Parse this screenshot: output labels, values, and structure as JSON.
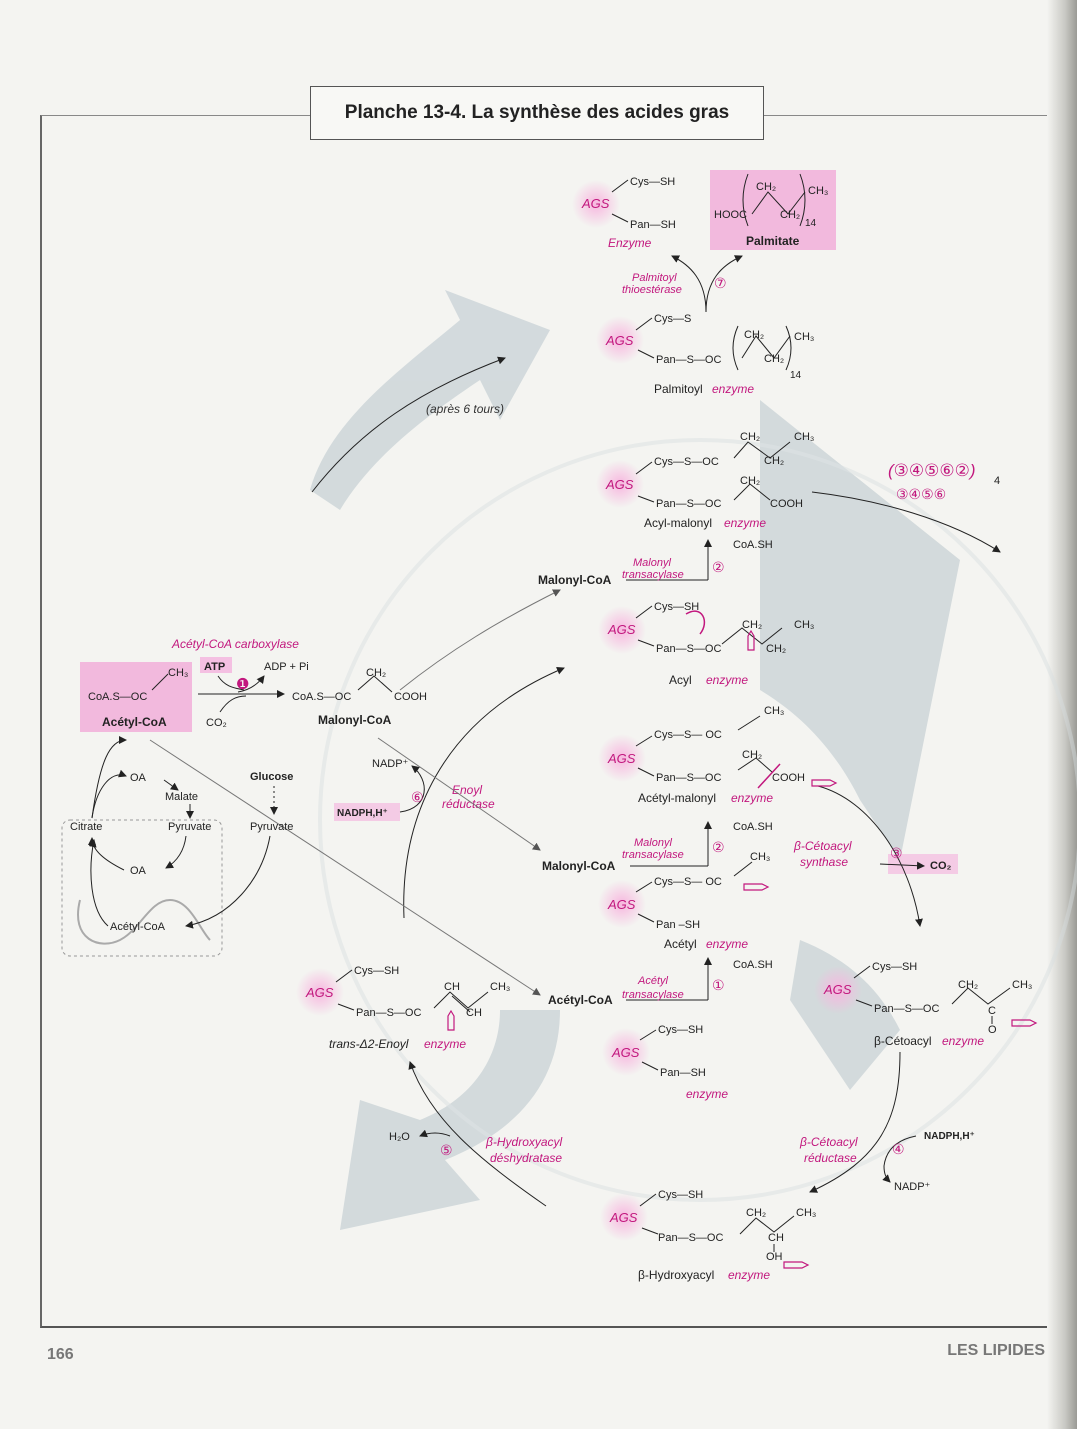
{
  "title": "Planche 13-4. La synthèse des acides gras",
  "footer": {
    "page_number": "166",
    "section": "LES LIPIDES"
  },
  "colors": {
    "accent": "#c2187e",
    "pink_highlight": "#f3b3dc",
    "arrow_gray": "#c8d2d6"
  },
  "enzyme_groups": {
    "ags": "AGS",
    "cys_sh": "Cys—SH",
    "cys_s": "Cys—S",
    "pan_sh": "Pan—SH",
    "pan_s_oc": "Pan—S—OC",
    "pan_sh_b": "Pan –SH"
  },
  "top": {
    "enzyme_label": "Enzyme",
    "palmitate": {
      "hooc": "HOOC",
      "ch2": "CH₂",
      "ch3": "CH₃",
      "sub": "14",
      "label": "Palmitate"
    },
    "thioesterase": {
      "line1": "Palmitoyl",
      "line2": "thioestérase",
      "step": "⑦"
    },
    "palmitoyl_enzyme": {
      "label": "Palmitoyl",
      "enzyme_word": "enzyme"
    },
    "after_tours": "(après 6 tours)"
  },
  "acyl_malonyl": {
    "cys_s_oc": "Cys—S—OC",
    "ch2": "CH₂",
    "ch3": "CH₃",
    "cooh": "COOH",
    "label": "Acyl-malonyl",
    "enzyme_word": "enzyme"
  },
  "cycle_repeat": {
    "line1": "(③④⑤⑥②)",
    "sub": "4",
    "line2": "③④⑤⑥"
  },
  "malonyl_transacylase": {
    "line1": "Malonyl",
    "line2": "transacylase",
    "step": "②",
    "coa_sh": "CoA.SH",
    "substrate": "Malonyl-CoA"
  },
  "acyl_enzyme": {
    "oc": "OC",
    "ch2": "CH₂",
    "ch3": "CH₃",
    "label": "Acyl",
    "enzyme_word": "enzyme"
  },
  "carboxylase": {
    "enzyme": "Acétyl-CoA carboxylase",
    "atp": "ATP",
    "adp": "ADP + Pi",
    "step": "❶",
    "co2": "CO₂",
    "acetyl_formula": "CoA.S—OC",
    "acetyl_ch3": "CH₃",
    "acetyl_label": "Acétyl-CoA",
    "malonyl_formula": "CoA.S—OC",
    "malonyl_ch2": "CH₂",
    "malonyl_cooh": "COOH",
    "malonyl_label": "Malonyl-CoA"
  },
  "acetyl_malonyl": {
    "cys_s_oc": "Cys—S— OC",
    "ch3": "CH₃",
    "pan_s_oc": "Pan—S—OC",
    "ch2": "CH₂",
    "cooh": "COOH",
    "label": "Acétyl-malonyl",
    "enzyme_word": "enzyme"
  },
  "enoyl_reductase": {
    "nadp": "NADP⁺",
    "nadph": "NADPH,H⁺",
    "step": "⑥",
    "line1": "Enoyl",
    "line2": "réductase"
  },
  "mito": {
    "glucose": "Glucose",
    "pyruvate": "Pyruvate",
    "oa": "OA",
    "malate": "Malate",
    "citrate": "Citrate",
    "pyruvate_in": "Pyruvate",
    "oa_in": "OA",
    "acetyl_in": "Acétyl-CoA"
  },
  "ketoacyl_synthase": {
    "line1": "β-Cétoacyl",
    "line2": "synthase",
    "step": "③",
    "co2": "CO₂"
  },
  "malonyl_transacylase_2": {
    "line1": "Malonyl",
    "line2": "transacylase",
    "step": "②",
    "coa_sh": "CoA.SH",
    "substrate": "Malonyl-CoA"
  },
  "acetyl_enzyme": {
    "cys_s_oc": "Cys—S— OC",
    "ch3": "CH₃",
    "label": "Acétyl",
    "enzyme_word": "enzyme"
  },
  "acetyl_transacylase": {
    "line1": "Acétyl",
    "line2": "transacylase",
    "step": "①",
    "coa_sh": "CoA.SH",
    "substrate": "Acétyl-CoA"
  },
  "free_enzyme": {
    "label": "enzyme"
  },
  "ketoacyl_enzyme": {
    "ch2": "CH₂",
    "ch3": "CH₃",
    "c": "C",
    "o": "O",
    "oc": "OC",
    "label": "β-Cétoacyl",
    "enzyme_word": "enzyme"
  },
  "enoyl_enzyme": {
    "oc": "OC",
    "ch": "CH",
    "ch3": "CH₃",
    "ch_b": "CH",
    "label_prefix": "trans-Δ2-Enoyl",
    "enzyme_word": "enzyme"
  },
  "dehydratase": {
    "h2o": "H₂O",
    "step": "⑤",
    "line1": "β-Hydroxyacyl",
    "line2": "déshydratase"
  },
  "ketoacyl_reductase": {
    "nadph": "NADPH,H⁺",
    "step": "④",
    "line1": "β-Cétoacyl",
    "line2": "réductase",
    "nadp": "NADP⁺"
  },
  "hydroxyacyl_enzyme": {
    "oc": "OC",
    "ch2": "CH₂",
    "ch3": "CH₃",
    "ch": "CH",
    "oh": "OH",
    "label": "β-Hydroxyacyl",
    "enzyme_word": "enzyme"
  }
}
